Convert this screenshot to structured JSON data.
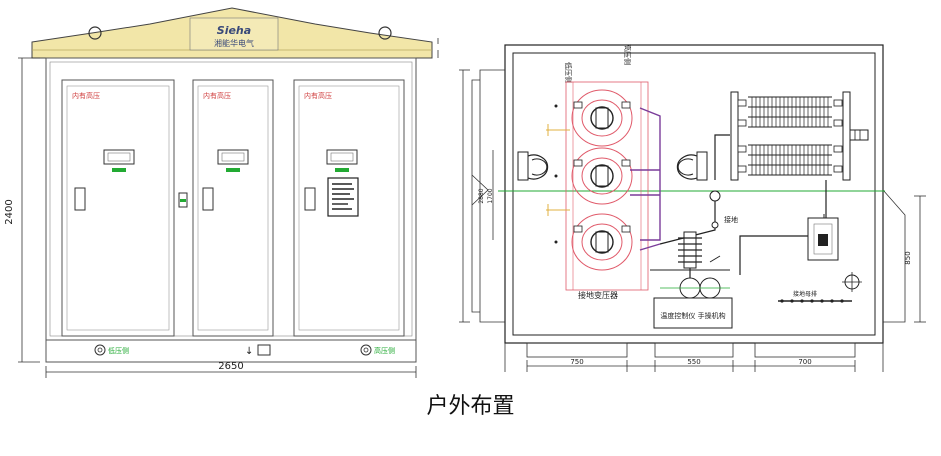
{
  "caption": "户外布置",
  "front_view": {
    "logo_text": "Sieha",
    "logo_subtext": "湘能华电气",
    "door_labels": [
      " 内有高压",
      " 内有高压",
      " 内有高压"
    ],
    "dim_height": "2400",
    "dim_width": "2650",
    "bottom_labels": {
      "left": "低压侧",
      "right": "高压侧"
    }
  },
  "plan_view": {
    "dim_height_outer": "2880",
    "dim_height_inner": "1700",
    "dim_right": "850",
    "dim_bottom": [
      "750",
      "550",
      "700"
    ],
    "top_labels": [
      "低压侧",
      "高压侧"
    ],
    "transformer_label": "接地变压器",
    "middle_label": "接地",
    "bottom_box_label": "温度控制仪  手操机构",
    "rail_label": "接地母排"
  },
  "colors": {
    "line": "#1a1a1a",
    "transformer": "#e05a6a",
    "busbar": "#7a3c9a",
    "green": "#22aa33",
    "roof": "#f2e6a8",
    "frame": "#8a8a8a"
  }
}
